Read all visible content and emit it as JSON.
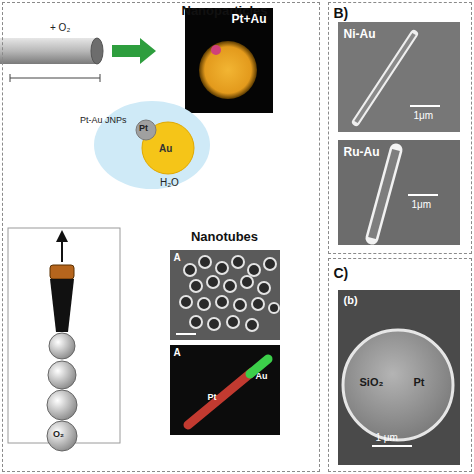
{
  "diagram": {
    "nodes": [
      {
        "text": [
          "Nanoparticles",
          "Nanotubes"
        ]
      },
      {
        "text": [
          "Pt+Au"
        ],
        "in": 0
      },
      {
        "text": [
          "A"
        ],
        "in": 0
      },
      {
        "text": [
          "A",
          "Au",
          "Pt"
        ],
        "in": 0
      },
      {
        "text": [
          "B)"
        ]
      },
      {
        "text": [
          "Ni-Au",
          "1μm"
        ],
        "in": 4
      },
      {
        "text": [
          "Ru-Au",
          "1μm"
        ],
        "in": 4
      },
      {
        "text": [
          "C)"
        ]
      },
      {
        "text": [
          "(b)",
          "SiO₂",
          "Pt",
          "1 μm"
        ],
        "in": 7
      }
    ],
    "labels": [
      "+ O₂",
      "Pt-Au JNPs",
      "Pt",
      "Au",
      "H₂O",
      "O₂"
    ]
  }
}
